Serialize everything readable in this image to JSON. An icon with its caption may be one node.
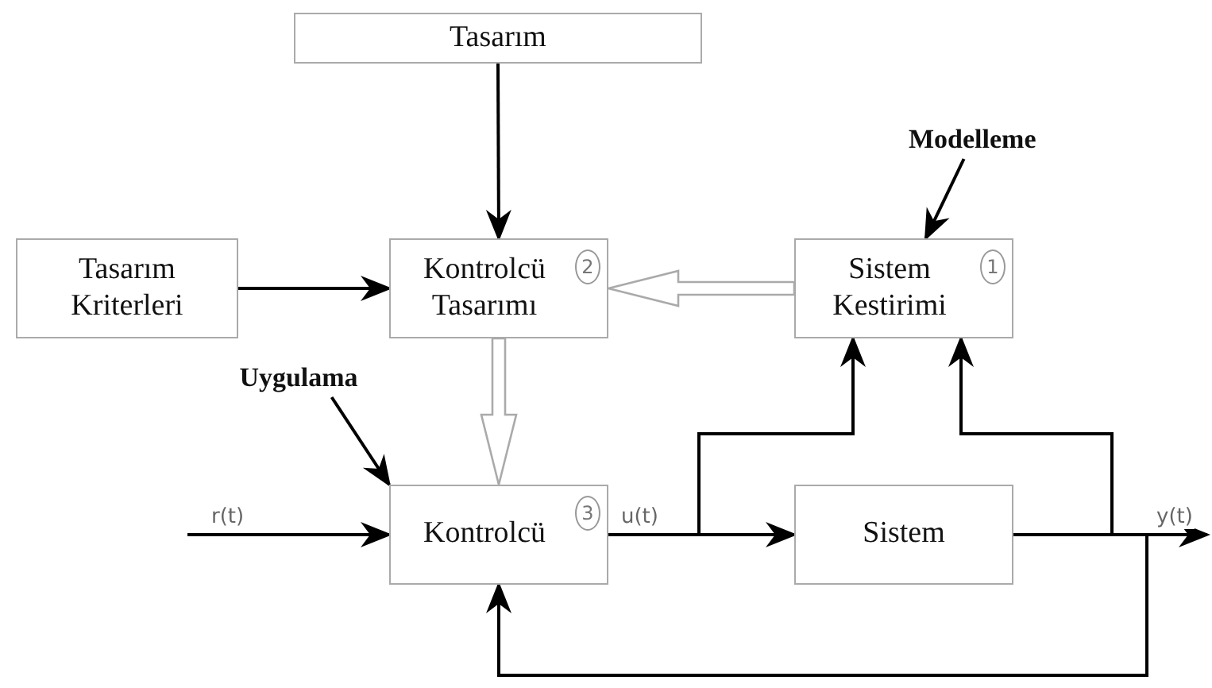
{
  "diagram": {
    "nodes": [
      {
        "text": [
          "Tasarım"
        ]
      },
      {
        "text": [
          "Tasarım Kriterleri"
        ]
      },
      {
        "text": [
          "Kontrolcü Tasarımı",
          "2"
        ]
      },
      {
        "text": [
          "Sistem Kestirimi",
          "1"
        ]
      },
      {
        "text": [
          "Kontrolcü",
          "3"
        ]
      },
      {
        "text": [
          "Sistem"
        ]
      },
      {
        "text": [
          "Modelleme"
        ]
      },
      {
        "text": [
          "Uygulama"
        ]
      }
    ],
    "edges": [
      {
        "from": 0,
        "to": 2,
        "arrow": "to"
      },
      {
        "from": 1,
        "to": 2,
        "arrow": "to"
      },
      {
        "from": 3,
        "to": 2,
        "arrow": "to",
        "style": "thick"
      },
      {
        "from": 2,
        "to": 4,
        "arrow": "to",
        "style": "thick"
      },
      {
        "from": null,
        "to": 4,
        "arrow": "to",
        "label": "r(t)"
      },
      {
        "from": 4,
        "to": 5,
        "arrow": "to",
        "label": "u(t)"
      },
      {
        "from": 4,
        "to": 3,
        "arrow": "to"
      },
      {
        "from": 5,
        "to": 3,
        "arrow": "to"
      },
      {
        "from": 5,
        "to": null,
        "arrow": "to",
        "label": "y(t)"
      },
      {
        "from": 5,
        "to": 4,
        "arrow": "to"
      },
      {
        "from": 6,
        "to": 3,
        "arrow": "to"
      },
      {
        "from": 7,
        "to": 4,
        "arrow": "to"
      }
    ]
  }
}
